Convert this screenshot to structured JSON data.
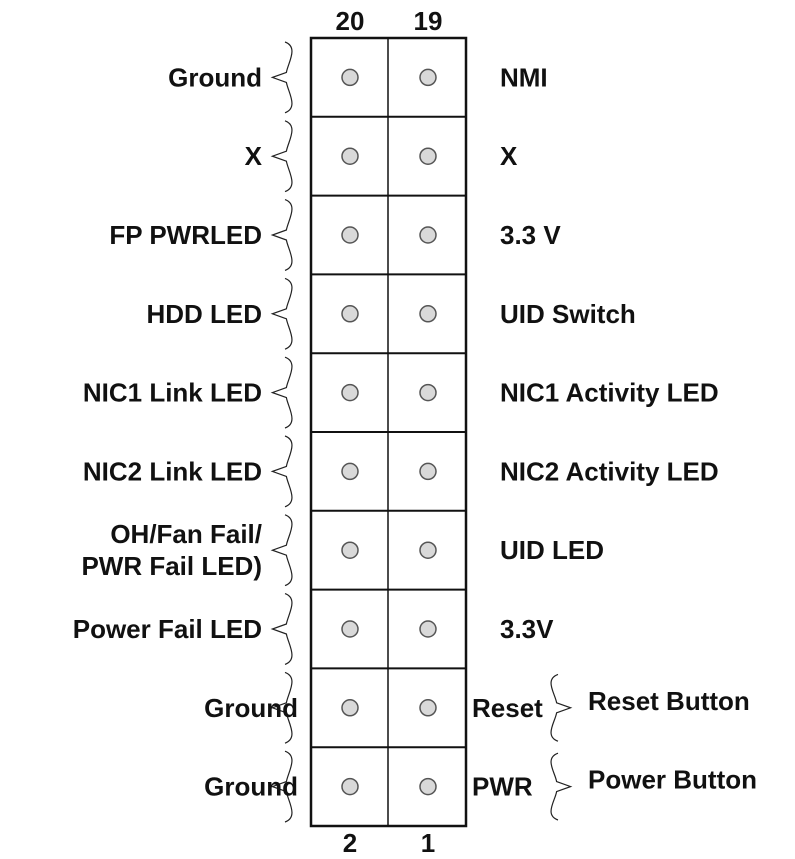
{
  "header": {
    "col_left": "20",
    "col_right": "19"
  },
  "footer": {
    "col_left": "2",
    "col_right": "1"
  },
  "rows": [
    {
      "left": [
        "Ground"
      ],
      "right": "NMI"
    },
    {
      "left": [
        "X"
      ],
      "right": "X"
    },
    {
      "left": [
        "FP PWRLED"
      ],
      "right": "3.3 V"
    },
    {
      "left": [
        "HDD LED"
      ],
      "right": "UID Switch"
    },
    {
      "left": [
        "NIC1 Link LED"
      ],
      "right": "NIC1 Activity LED"
    },
    {
      "left": [
        "NIC2 Link LED"
      ],
      "right": "NIC2 Activity LED"
    },
    {
      "left": [
        "OH/Fan Fail/",
        "PWR Fail LED)"
      ],
      "right": "UID LED"
    },
    {
      "left": [
        "Power Fail LED"
      ],
      "right": "3.3V"
    },
    {
      "left": [
        "Ground"
      ],
      "right": "Reset",
      "group": "Reset Button"
    },
    {
      "left": [
        "Ground"
      ],
      "right": "PWR",
      "group": "Power Button"
    }
  ],
  "colors": {
    "line": "#111111",
    "pin_fill": "#d9d9d9",
    "pin_stroke": "#555555"
  }
}
